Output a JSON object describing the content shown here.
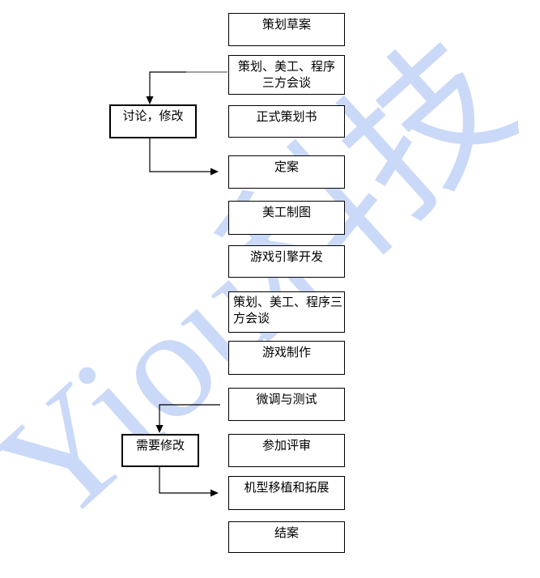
{
  "watermark": {
    "text": "Yiou科技",
    "color": "#cad9f7"
  },
  "flowchart": {
    "main_boxes": [
      {
        "lines": [
          "策划草案"
        ]
      },
      {
        "lines": [
          "策划、美工、程序",
          "三方会谈"
        ]
      },
      {
        "lines": [
          "正式策划书"
        ]
      },
      {
        "lines": [
          "定案"
        ]
      },
      {
        "lines": [
          "美工制图"
        ]
      },
      {
        "lines": [
          "游戏引擎开发"
        ]
      },
      {
        "lines": [
          "策划、美工、程序三",
          "方会谈"
        ]
      },
      {
        "lines": [
          "游戏制作"
        ]
      },
      {
        "lines": [
          "微调与测试"
        ]
      },
      {
        "lines": [
          "参加评审"
        ]
      },
      {
        "lines": [
          "机型移植和拓展"
        ]
      },
      {
        "lines": [
          "结案"
        ]
      }
    ],
    "side_boxes": [
      {
        "lines": [
          "讨论，修改"
        ]
      },
      {
        "lines": [
          "需要修改"
        ]
      }
    ]
  }
}
